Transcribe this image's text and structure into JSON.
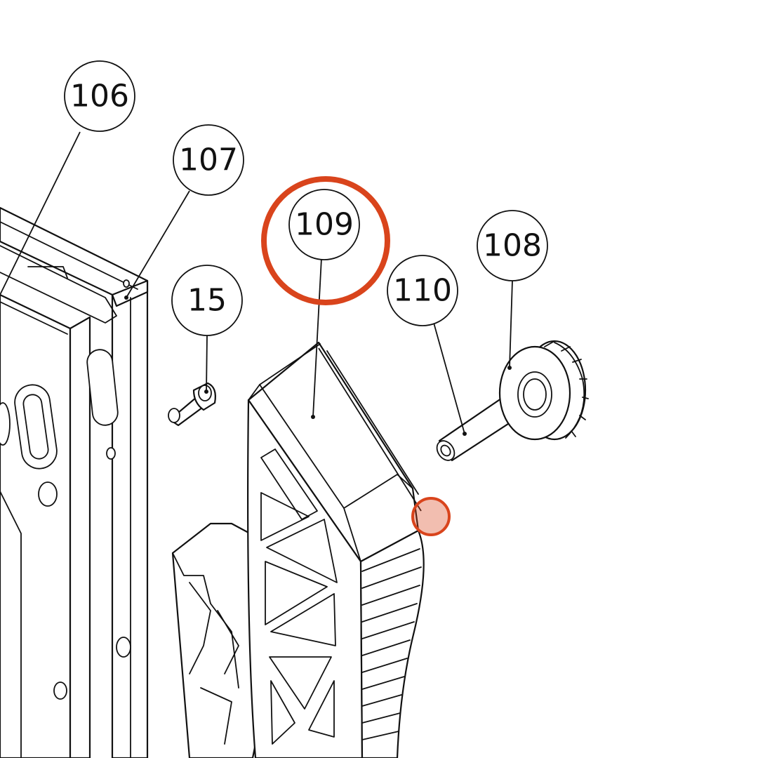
{
  "callouts": [
    {
      "id": "106",
      "label": "106"
    },
    {
      "id": "107",
      "label": "107"
    },
    {
      "id": "15",
      "label": "15"
    },
    {
      "id": "109",
      "label": "109"
    },
    {
      "id": "110",
      "label": "110"
    },
    {
      "id": "108",
      "label": "108"
    }
  ],
  "highlight": {
    "color": "#d9441c",
    "target_callout": "109"
  }
}
